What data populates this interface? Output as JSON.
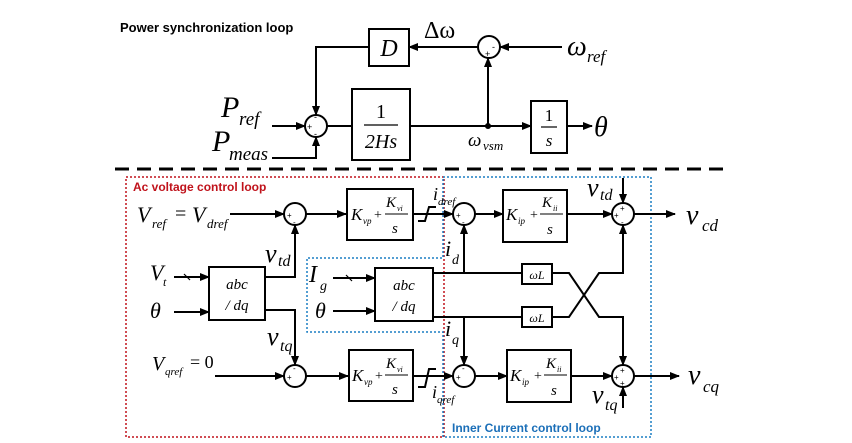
{
  "title": "VSM control block diagram",
  "colors": {
    "ink": "#000000",
    "ac_loop_border": "#c0121b",
    "current_loop_border": "#1b7fc4",
    "ac_loop_label": "#c0121b",
    "current_loop_label": "#1b6fb8"
  },
  "power_loop": {
    "label": "Power synchronization loop",
    "damping_block": "D",
    "inertia_block": {
      "num": "1",
      "den": "2Hs"
    },
    "integrator_block": {
      "num": "1",
      "den": "s"
    },
    "delta_omega": "Δω",
    "omega_ref": {
      "main": "ω",
      "sub": "ref"
    },
    "omega_vsm": {
      "main": "ω",
      "sub": "vsm"
    },
    "theta_out": "θ",
    "p_ref": {
      "main": "P",
      "sub": "ref"
    },
    "p_meas": {
      "main": "P",
      "sub": "meas"
    },
    "sum_signs": {
      "top": "-",
      "left": "+",
      "bottom": "-"
    },
    "omega_sum_signs": {
      "right": "-",
      "bottom": "+"
    }
  },
  "ac_voltage_loop": {
    "label": "Ac voltage control loop",
    "v_dref_input": {
      "a": "V",
      "a_sub": "ref",
      "eq": "=",
      "b": "V",
      "b_sub": "dref"
    },
    "v_qref_input": {
      "a": "V",
      "a_sub": "qref",
      "eq": "= 0"
    },
    "vt_input": {
      "main": "V",
      "sub": "t"
    },
    "theta_input": "θ",
    "abc_dq_block": {
      "line1": "abc",
      "line2": "/ dq"
    },
    "vtd": {
      "main": "v",
      "sub": "td"
    },
    "vtq": {
      "main": "v",
      "sub": "tq"
    },
    "pi_block": {
      "k1": "K",
      "k1_sub": "vp",
      "plus": "+",
      "k2": "K",
      "k2_sub": "vi",
      "den": "s"
    },
    "idref": {
      "main": "i",
      "sub": "dref"
    },
    "iqref": {
      "main": "i",
      "sub": "qref"
    }
  },
  "current_loop": {
    "label": "Inner Current control loop",
    "ig_input": {
      "main": "I",
      "sub": "g"
    },
    "theta_input": "θ",
    "abc_dq_block": {
      "line1": "abc",
      "line2": "/ dq"
    },
    "id": {
      "main": "i",
      "sub": "d"
    },
    "iq": {
      "main": "i",
      "sub": "q"
    },
    "pi_block": {
      "k1": "K",
      "k1_sub": "ip",
      "plus": "+",
      "k2": "K",
      "k2_sub": "ii",
      "den": "s"
    },
    "wl_block": "ωL",
    "vtd": {
      "main": "v",
      "sub": "td"
    },
    "vtq": {
      "main": "v",
      "sub": "tq"
    },
    "vcd": {
      "main": "v",
      "sub": "cd"
    },
    "vcq": {
      "main": "v",
      "sub": "cq"
    }
  }
}
